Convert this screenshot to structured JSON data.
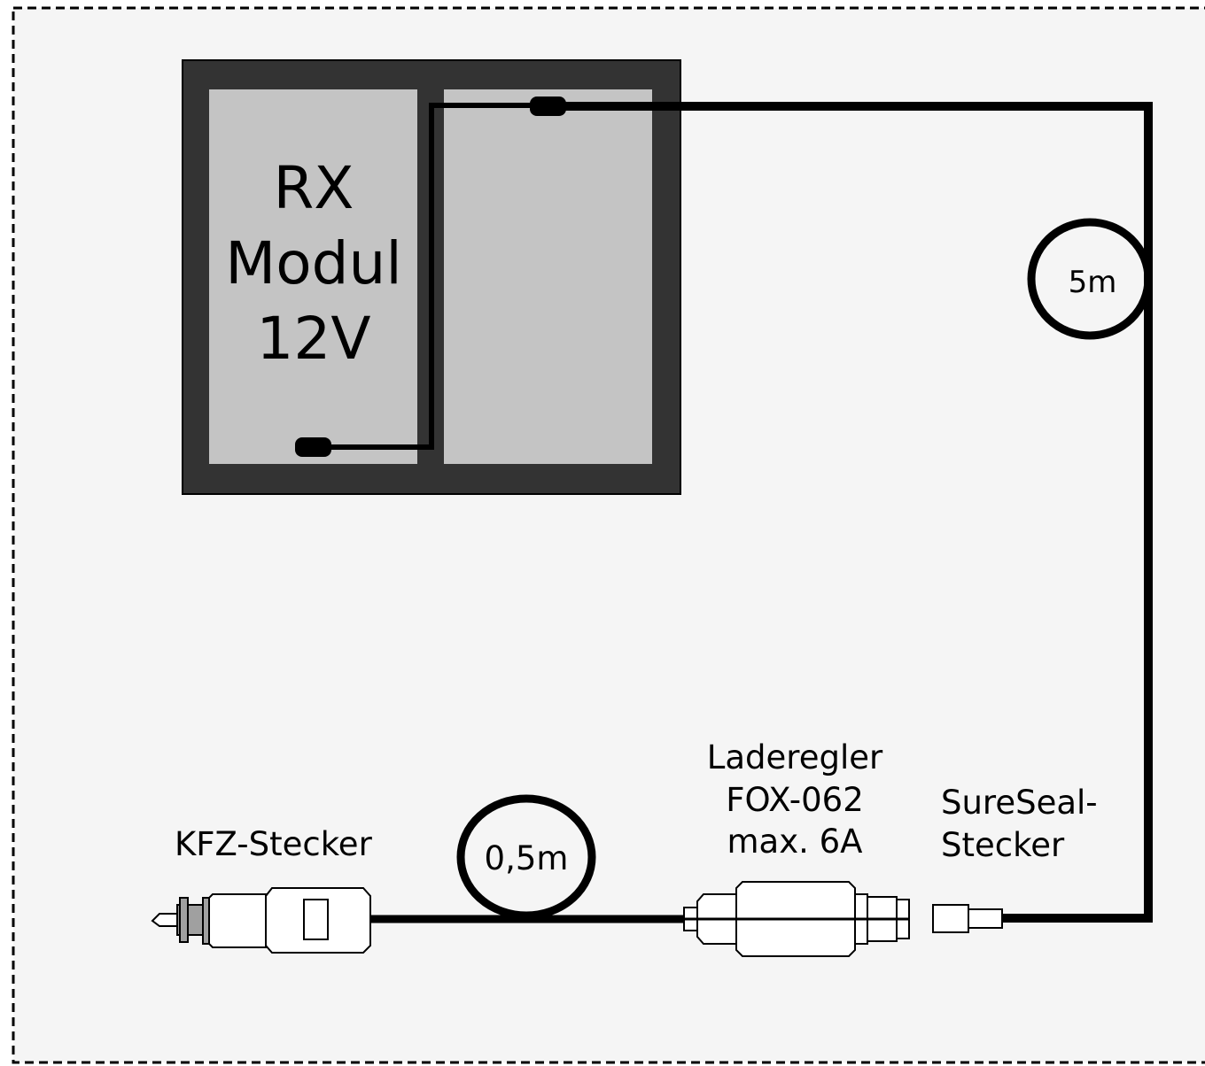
{
  "diagram": {
    "module": {
      "label_line1": "RX",
      "label_line2": "Modul",
      "label_line3": "12V"
    },
    "cable_long": {
      "length_label": "5m"
    },
    "cable_short": {
      "length_label": "0,5m"
    },
    "car_plug": {
      "label": "KFZ-Stecker"
    },
    "charge_controller": {
      "label_line1": "Laderegler",
      "label_line2": "FOX-062",
      "label_line3": "max. 6A"
    },
    "sureseal_plug": {
      "label_line1": "SureSeal-",
      "label_line2": "Stecker"
    }
  },
  "colors": {
    "background": "#f5f5f5",
    "module_frame": "#333333",
    "module_panel": "#c4c4c4",
    "cable": "#000000",
    "part_fill": "#ffffff"
  }
}
